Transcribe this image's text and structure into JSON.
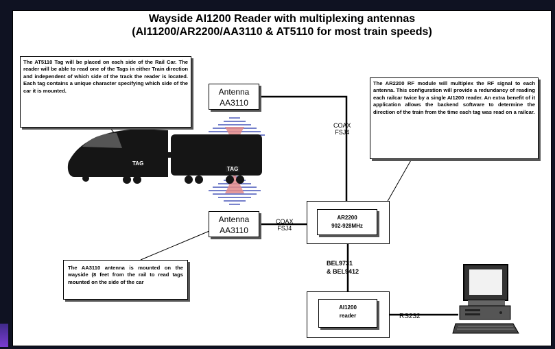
{
  "title": {
    "line1": "Wayside AI1200 Reader with multiplexing antennas",
    "line2": "(AI11200/AR2200/AA3110 & AT5110 for most train speeds)"
  },
  "notes": {
    "tag_note": "The AT5110 Tag will be placed on each side of the Rail Car. The reader will be able to read one of the Tags in either Train direction and independent of which side of the track the reader is located. Each tag contains a unique character specifying which side of the car it is mounted.",
    "rf_note": "The AR2200 RF module will multiplex the RF signal to each antenna. This configuration will provide a redundancy of reading each railcar twice by a single AI1200 reader. An extra benefit of it application allows the backend software to determine the direction of the train from the time each tag was read on a railcar.",
    "antenna_note": "The AA3110 antenna is mounted on the wayside (8 feet from the rail to read tags mounted on the side of the car"
  },
  "boxes": {
    "antenna_top": {
      "line1": "Antenna",
      "line2": "AA3110"
    },
    "antenna_bottom": {
      "line1": "Antenna",
      "line2": "AA3110"
    },
    "multiplexer": {
      "line1": "AR2200",
      "line2": "902-928MHz"
    },
    "reader": {
      "line1": "AI1200",
      "line2": "reader"
    }
  },
  "labels": {
    "coax_top": {
      "line1": "COAX",
      "line2": "FSJ4"
    },
    "coax_left": {
      "line1": "COAX",
      "line2": "FSJ4"
    },
    "bel": {
      "line1": "BEL9731",
      "line2": "& BEL9412"
    },
    "rs232": "RS232",
    "tag1": "TAG",
    "tag2": "TAG"
  },
  "icons": [
    "train-icon",
    "rf-wave-icon",
    "computer-icon"
  ]
}
